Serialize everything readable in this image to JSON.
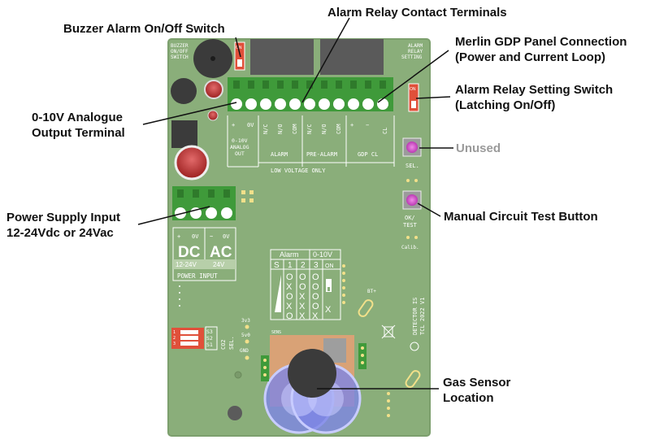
{
  "callouts": {
    "buzzer": "Buzzer Alarm On/Off Switch",
    "alarm_relay_terminals": "Alarm Relay Contact Terminals",
    "merlin_line1": "Merlin GDP Panel Connection",
    "merlin_line2": "(Power and Current Loop)",
    "analogue_line1": "0-10V Analogue",
    "analogue_line2": "Output Terminal",
    "relay_setting_line1": "Alarm  Relay Setting Switch",
    "relay_setting_line2": "(Latching On/Off)",
    "unused": "Unused",
    "power_line1": "Power Supply Input",
    "power_line2": "12-24Vdc or 24Vac",
    "test_button": "Manual Circuit Test Button",
    "gas_line1": "Gas Sensor",
    "gas_line2": "Location"
  },
  "board": {
    "buzzer_switch_label": [
      "BUZZER",
      "ON/OFF",
      "SWITCH"
    ],
    "relay_switch_label": [
      "ALARM",
      "RELAY",
      "SETTING"
    ],
    "on": "ON",
    "terminal_labels": [
      "+",
      "0V",
      "N/C",
      "N/O",
      "COM",
      "N/C",
      "N/O",
      "COM",
      "+",
      "−",
      "CL"
    ],
    "group_analog": [
      "0-10V",
      "ANALOG",
      "OUT"
    ],
    "group_alarm": "ALARM",
    "group_prealarm": "PRE-ALARM",
    "group_gdp": "GDP CL",
    "low_voltage": "LOW VOLTAGE ONLY",
    "power_plus": "+",
    "power_0v": "0V",
    "power_tilde": "~",
    "power_0v2": "0V",
    "dc": "DC",
    "ac": "AC",
    "dc_range": "12-24V",
    "ac_range": "24V",
    "power_input": "POWER INPUT",
    "sel": "SEL.",
    "ok_test": [
      "OK/",
      "TEST"
    ],
    "calib": "Calib.",
    "table_alarm": "Alarm",
    "table_010": "0-10V",
    "table_cols": [
      "S",
      "1",
      "2",
      "3",
      "ON"
    ],
    "table_rows": [
      [
        "O",
        "O",
        "O"
      ],
      [
        "X",
        "O",
        "O"
      ],
      [
        "O",
        "X",
        "O"
      ],
      [
        "X",
        "X",
        "O"
      ],
      [
        "O",
        "X",
        "X"
      ]
    ],
    "table_x": "X",
    "table_o": "O",
    "dip_labels": [
      "S3",
      "S2",
      "S1"
    ],
    "co2_sel": [
      "CO2",
      "SEL."
    ],
    "v33": "3v3",
    "v50": "5v0",
    "gnd": "GND",
    "bt": "BT+",
    "detector": "DETECTOR IS",
    "copyright": "TCL 2022 V1",
    "sens": "SENS",
    "dip_nums": [
      "1",
      "2",
      "3"
    ]
  },
  "colors": {
    "pcb": "#8aae7a",
    "pcb_edge": "#7c9f6d",
    "terminal_green": "#3f9a3a",
    "relay_block": "#5a5a5a",
    "switch_red": "#e0503a",
    "button_magenta": "#d946d0",
    "sensor_blue": "#7d86e6",
    "sensor_copper": "#d9a276"
  }
}
